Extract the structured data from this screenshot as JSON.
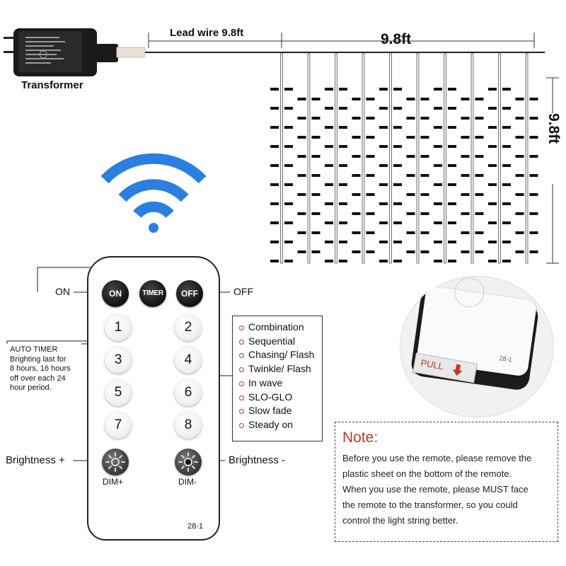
{
  "transformer": {
    "label": "Transformer"
  },
  "lead_wire": {
    "label": "Lead wire 9.8ft"
  },
  "curtain": {
    "width_label": "9.8ft",
    "height_label": "9.8ft"
  },
  "remote": {
    "buttons": {
      "on": "ON",
      "timer": "TIMER",
      "off": "OFF"
    },
    "numbers": [
      "1",
      "2",
      "3",
      "4",
      "5",
      "6",
      "7",
      "8"
    ],
    "dim_plus": "DIM+",
    "dim_minus": "DIM-",
    "model": "28-1"
  },
  "callouts": {
    "on": "ON",
    "off": "OFF",
    "auto_timer_title": "AUTO TIMER",
    "auto_timer_lines": [
      "Brighting last for",
      "8 hours, 16 hours",
      "off over each 24",
      "hour period."
    ],
    "brightness_plus": "Brightness +",
    "brightness_minus": "Brightness -"
  },
  "modes": [
    "Combination",
    "Sequential",
    "Chasing/ Flash",
    "Twinkle/ Flash",
    "In wave",
    "SLO-GLO",
    "Slow fade",
    "Steady on"
  ],
  "pull_tab": {
    "text": "PULL",
    "model": "28-1"
  },
  "note": {
    "title": "Note:",
    "lines": [
      "Before you use the remote, please remove the",
      "plastic sheet on the bottom of the remote.",
      "When you use the remote, please MUST face",
      "the remote to the transformer, so you could",
      "control the light string better."
    ]
  },
  "colors": {
    "wifi": "#2b7fe0",
    "accent": "#c0392b"
  },
  "icons": {
    "signal": "wifi-icon",
    "brightness": "sun-icon",
    "pull_arrow": "arrow-down-icon"
  }
}
